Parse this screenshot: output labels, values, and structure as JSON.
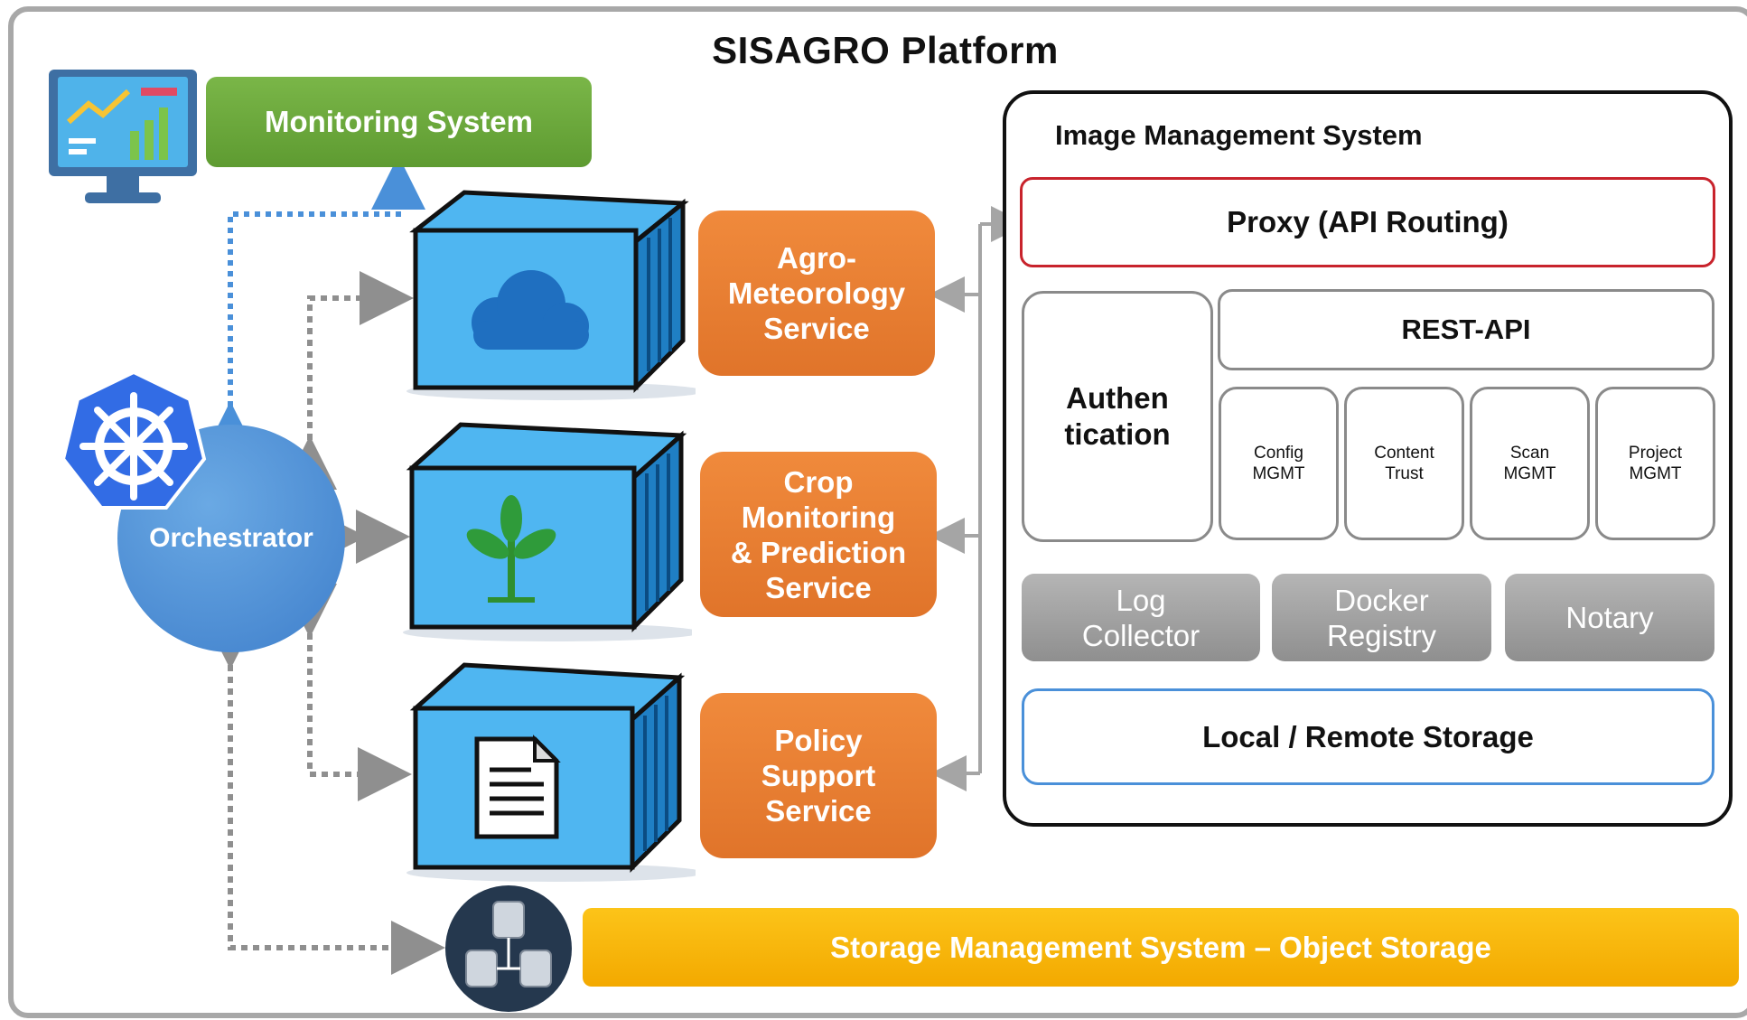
{
  "title": "SISAGRO Platform",
  "monitoring": {
    "label": "Monitoring System",
    "icon": "monitor-chart-icon"
  },
  "orchestrator": {
    "label": "Orchestrator",
    "icon": "kubernetes-helm-icon"
  },
  "services": [
    {
      "label": "Agro-\nMeteorology\nService",
      "icon": "cloud-icon"
    },
    {
      "label": "Crop\nMonitoring\n& Prediction\nService",
      "icon": "plant-sprout-icon"
    },
    {
      "label": "Policy\nSupport\nService",
      "icon": "document-icon"
    }
  ],
  "image_management": {
    "title": "Image Management System",
    "proxy": "Proxy (API Routing)",
    "authentication": "Authen\ntication",
    "rest_api": "REST-API",
    "mgmt": [
      "Config\nMGMT",
      "Content\nTrust",
      "Scan\nMGMT",
      "Project\nMGMT"
    ],
    "components": [
      "Log\nCollector",
      "Docker\nRegistry",
      "Notary"
    ],
    "storage": "Local / Remote Storage"
  },
  "object_storage": {
    "label": "Storage Management System – Object Storage",
    "icon": "database-cluster-icon"
  },
  "colors": {
    "monitoring": "#6aaa3c",
    "service": "#e87d31",
    "container": "#4fb6f1",
    "orchestrator": "#4f8fd6",
    "proxy_border": "#c8232c",
    "storage_border": "#4a90d9",
    "object_storage": "#f7b70c",
    "component_gray": "#a2a2a2"
  }
}
